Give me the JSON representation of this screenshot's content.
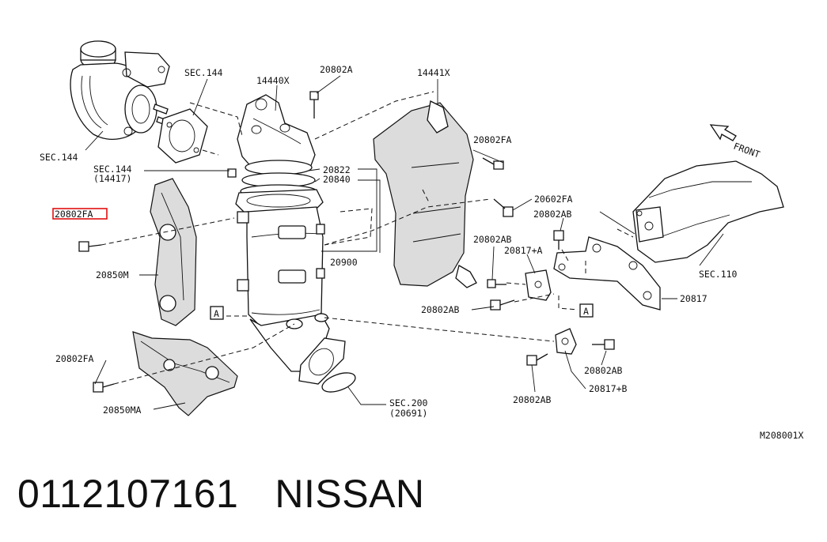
{
  "diagram": {
    "labels": {
      "sec144_top": "SEC.144",
      "p14440x": "14440X",
      "p20802a": "20802A",
      "p14441x": "14441X",
      "front": "FRONT",
      "sec144_left": "SEC.144",
      "sec144_mid": "SEC.144",
      "sec144_mid_sub": "(14417)",
      "p20822": "20822",
      "p20840": "20840",
      "p20802fa_top": "20802FA",
      "p20602fa": "20602FA",
      "p20802fa_hl": "20802FA",
      "p20802ab_r1": "20802AB",
      "p20802ab_r2": "20802AB",
      "p20817a": "20817+A",
      "p20850m": "20850M",
      "p20900": "20900",
      "sec110": "SEC.110",
      "ref_a1": "A",
      "ref_a2": "A",
      "p20802ab_r3": "20802AB",
      "p20817": "20817",
      "p20802fa_bot": "20802FA",
      "p20802ab_b1": "20802AB",
      "p20817b": "20817+B",
      "p20802ab_b2": "20802AB",
      "sec200": "SEC.200",
      "sec200_sub": "(20691)",
      "p20850ma": "20850MA",
      "drawing_code": "M208001X"
    },
    "highlight_color": "#e01010"
  },
  "footer": {
    "part_number": "0112107161",
    "brand": "NISSAN"
  }
}
